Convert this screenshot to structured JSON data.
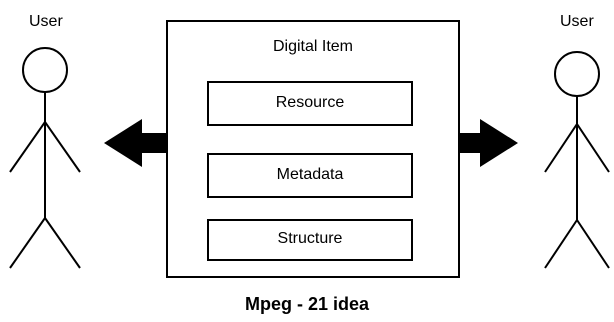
{
  "diagram": {
    "left_actor_label": "User",
    "right_actor_label": "User",
    "container_title": "Digital Item",
    "components": [
      {
        "label": "Resource"
      },
      {
        "label": "Metadata"
      },
      {
        "label": "Structure"
      }
    ],
    "caption": "Mpeg - 21 idea"
  },
  "icons": {
    "left_actor": "stick-figure-icon",
    "right_actor": "stick-figure-icon",
    "left_arrow": "arrow-left-icon",
    "right_arrow": "arrow-right-icon"
  },
  "colors": {
    "line": "#000000",
    "background": "#ffffff"
  }
}
